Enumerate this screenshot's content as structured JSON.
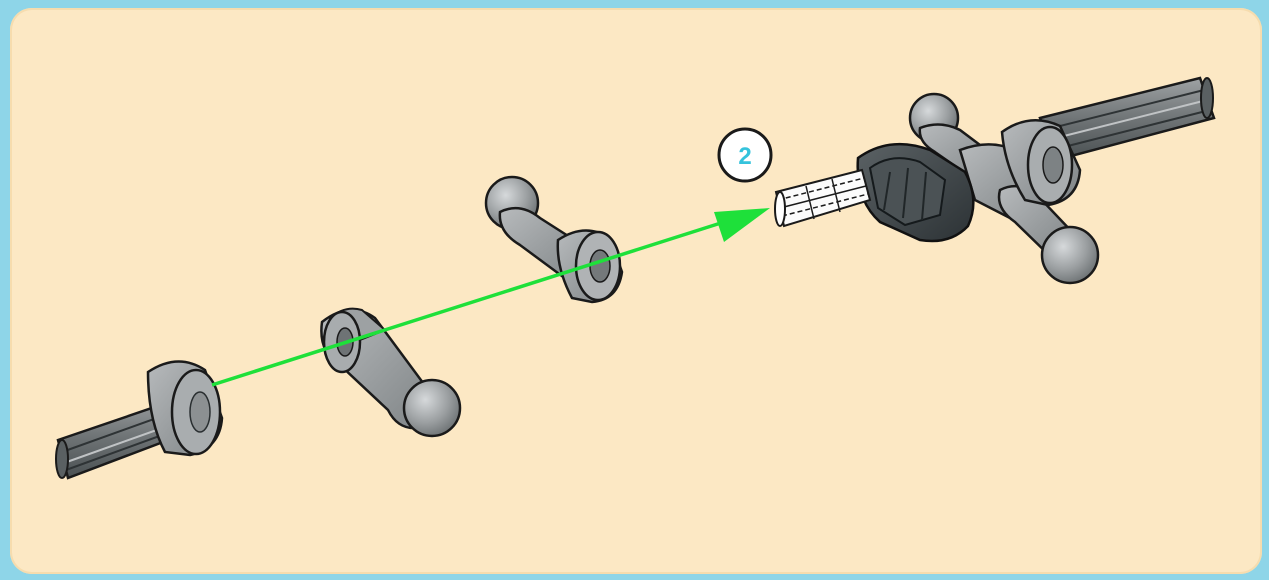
{
  "step": {
    "number": "2"
  },
  "colors": {
    "outer_frame": "#8ed5e8",
    "panel_background": "#fce8c4",
    "arrow": "#1ee03a",
    "part_light": "#b9bcbe",
    "part_mid": "#8c9092",
    "part_dark": "#3e4447",
    "outline": "#1a1a1a",
    "callout_text": "#35c3dc"
  },
  "parts": [
    {
      "name": "axle-with-bush",
      "type": "axle"
    },
    {
      "name": "lever-arm-ball-lower",
      "type": "arm"
    },
    {
      "name": "lever-arm-ball-upper",
      "type": "arm"
    },
    {
      "name": "double-ball-joint-assembly",
      "type": "assembly"
    }
  ]
}
